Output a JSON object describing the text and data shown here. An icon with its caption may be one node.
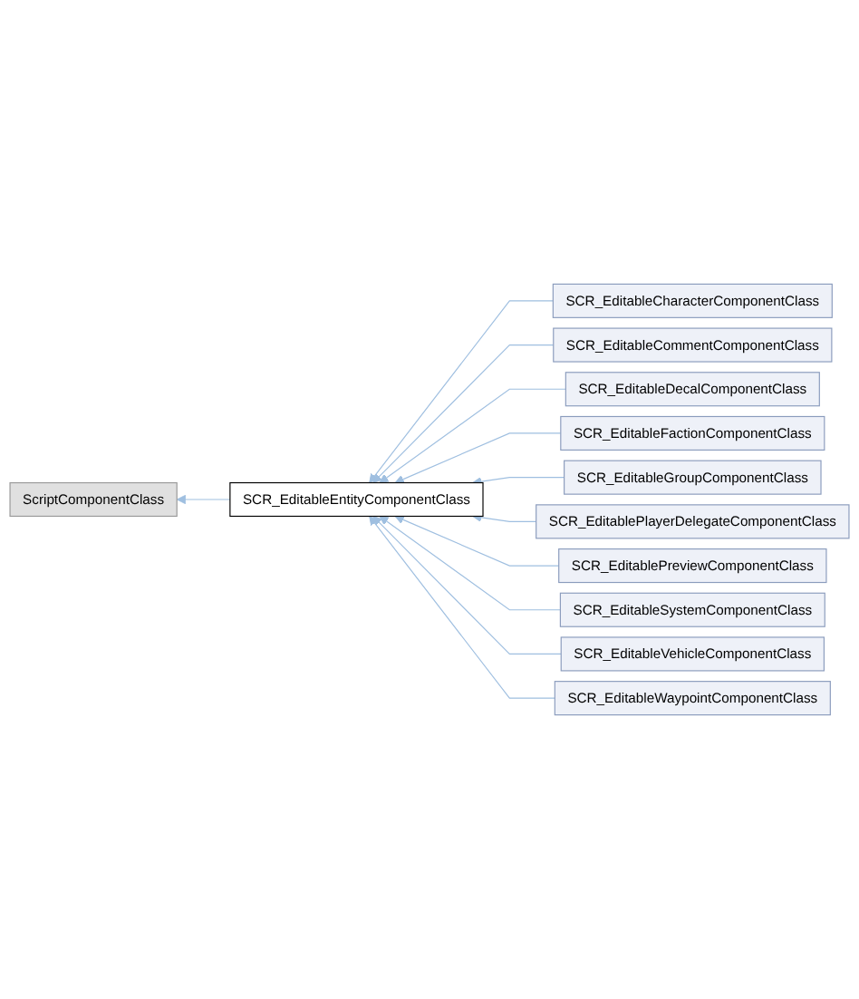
{
  "diagram": {
    "nodes": [
      {
        "text": [
          "ScriptComponentClass"
        ]
      },
      {
        "text": [
          "SCR_EditableEntityComponentClass"
        ]
      },
      {
        "text": [
          "SCR_EditableCharacterComponentClass"
        ]
      },
      {
        "text": [
          "SCR_EditableCommentComponentClass"
        ]
      },
      {
        "text": [
          "SCR_EditableDecalComponentClass"
        ]
      },
      {
        "text": [
          "SCR_EditableFactionComponentClass"
        ]
      },
      {
        "text": [
          "SCR_EditableGroupComponentClass"
        ]
      },
      {
        "text": [
          "SCR_EditablePlayerDelegateComponentClass"
        ]
      },
      {
        "text": [
          "SCR_EditablePreviewComponentClass"
        ]
      },
      {
        "text": [
          "SCR_EditableSystemComponentClass"
        ]
      },
      {
        "text": [
          "SCR_EditableVehicleComponentClass"
        ]
      },
      {
        "text": [
          "SCR_EditableWaypointComponentClass"
        ]
      }
    ],
    "edges": [
      {
        "from": 1,
        "to": 0,
        "arrow": "to"
      },
      {
        "from": 2,
        "to": 1,
        "arrow": "to"
      },
      {
        "from": 3,
        "to": 1,
        "arrow": "to"
      },
      {
        "from": 4,
        "to": 1,
        "arrow": "to"
      },
      {
        "from": 5,
        "to": 1,
        "arrow": "to"
      },
      {
        "from": 6,
        "to": 1,
        "arrow": "to"
      },
      {
        "from": 7,
        "to": 1,
        "arrow": "to"
      },
      {
        "from": 8,
        "to": 1,
        "arrow": "to"
      },
      {
        "from": 9,
        "to": 1,
        "arrow": "to"
      },
      {
        "from": 10,
        "to": 1,
        "arrow": "to"
      },
      {
        "from": 11,
        "to": 1,
        "arrow": "to"
      }
    ]
  }
}
